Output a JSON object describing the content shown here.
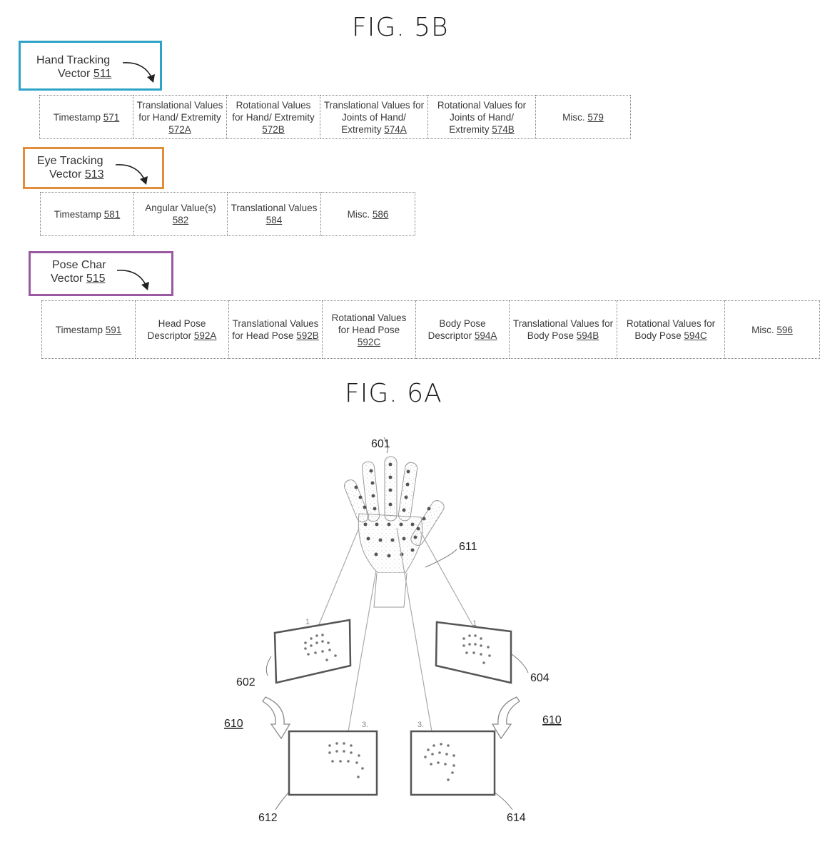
{
  "fig5b": {
    "title": "FIG. 5B",
    "hand": {
      "label_line1": "Hand Tracking",
      "label_word": "Vector",
      "label_ref": "511",
      "color": "#2ea3c8",
      "cells": [
        {
          "text": "Timestamp",
          "ref": "571"
        },
        {
          "text": "Translational Values for Hand/ Extremity",
          "ref": "572A"
        },
        {
          "text": "Rotational Values for Hand/ Extremity",
          "ref": "572B"
        },
        {
          "text": "Translational Values for Joints of Hand/ Extremity",
          "ref": "574A"
        },
        {
          "text": "Rotational Values for Joints of Hand/ Extremity",
          "ref": "574B"
        },
        {
          "text": "Misc.",
          "ref": "579"
        }
      ]
    },
    "eye": {
      "label_line1": "Eye Tracking",
      "label_word": "Vector",
      "label_ref": "513",
      "color": "#e38c3b",
      "cells": [
        {
          "text": "Timestamp",
          "ref": "581"
        },
        {
          "text": "Angular Value(s)",
          "ref": "582"
        },
        {
          "text": "Translational Values",
          "ref": "584"
        },
        {
          "text": "Misc.",
          "ref": "586"
        }
      ]
    },
    "pose": {
      "label_line1": "Pose Char",
      "label_word": "Vector",
      "label_ref": "515",
      "color": "#9b58a3",
      "cells": [
        {
          "text": "Timestamp",
          "ref": "591"
        },
        {
          "text": "Head Pose Descriptor",
          "ref": "592A"
        },
        {
          "text": "Translational Values for Head Pose",
          "ref": "592B"
        },
        {
          "text": "Rotational Values for Head Pose",
          "ref": "592C"
        },
        {
          "text": "Body Pose Descriptor",
          "ref": "594A"
        },
        {
          "text": "Translational Values for Body Pose",
          "ref": "594B"
        },
        {
          "text": "Rotational Values for Body Pose",
          "ref": "594C"
        },
        {
          "text": "Misc.",
          "ref": "596"
        }
      ]
    }
  },
  "fig6a": {
    "title": "FIG. 6A",
    "labels": {
      "hand": "601",
      "markers": "611",
      "view_top_left": "602",
      "view_top_right": "604",
      "view_bottom_left": "612",
      "view_bottom_right": "614",
      "rotation_left": "610",
      "rotation_right": "610"
    },
    "frame_marks": {
      "top_left": "1",
      "top_right": "1",
      "bottom_left": "3.",
      "bottom_right": "3."
    }
  }
}
